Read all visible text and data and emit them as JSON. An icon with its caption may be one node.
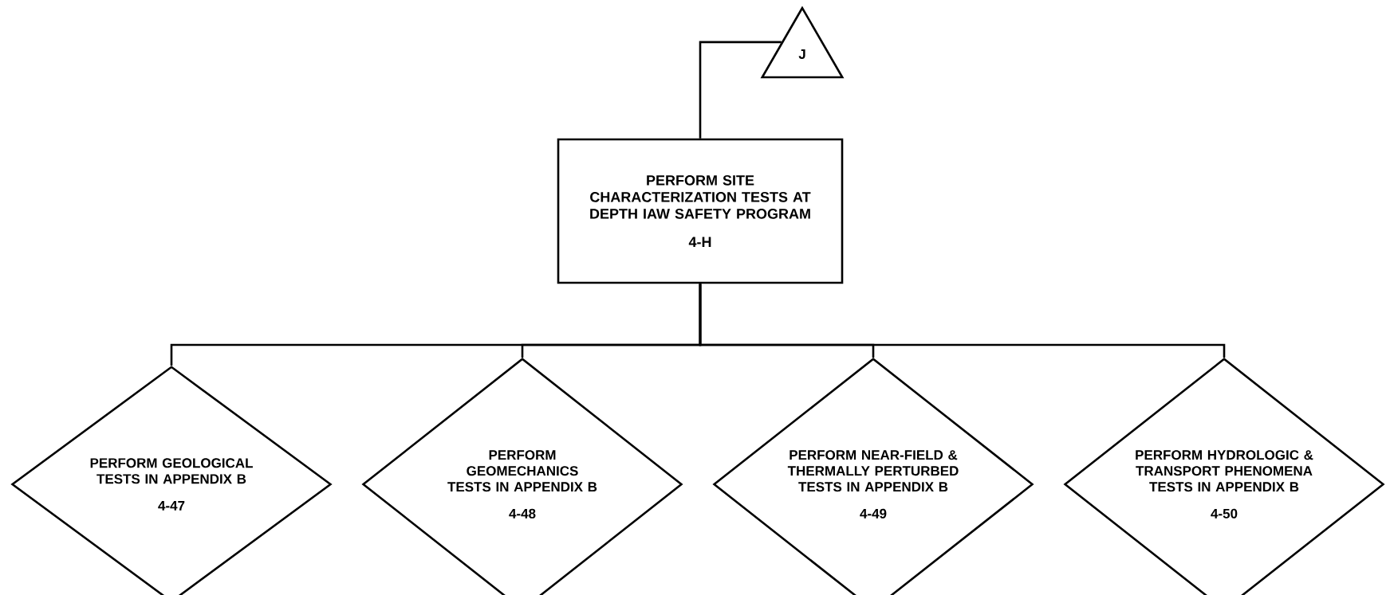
{
  "diagram": {
    "nodes": [
      {
        "text": [
          "J"
        ]
      },
      {
        "text": [
          "PERFORM SITE CHARACTERIZATION TESTS AT DEPTH IAW SAFETY PROGRAM",
          "4-H"
        ]
      },
      {
        "text": [
          "PERFORM GEOLOGICAL TESTS IN APPENDIX B",
          "4-47"
        ]
      },
      {
        "text": [
          "PERFORM GEOMECHANICS TESTS IN APPENDIX B",
          "4-48"
        ]
      },
      {
        "text": [
          "PERFORM NEAR-FIELD & THERMALLY PERTURBED TESTS IN APPENDIX B",
          "4-49"
        ]
      },
      {
        "text": [
          "PERFORM HYDROLOGIC & TRANSPORT PHENOMENA TESTS IN APPENDIX B",
          "4-50"
        ]
      }
    ],
    "edges": [
      {
        "from": 0,
        "to": 1,
        "arrow": "none"
      },
      {
        "from": 1,
        "to": 2,
        "arrow": "none"
      },
      {
        "from": 1,
        "to": 3,
        "arrow": "none"
      },
      {
        "from": 1,
        "to": 4,
        "arrow": "none"
      },
      {
        "from": 1,
        "to": 5,
        "arrow": "none"
      }
    ]
  }
}
